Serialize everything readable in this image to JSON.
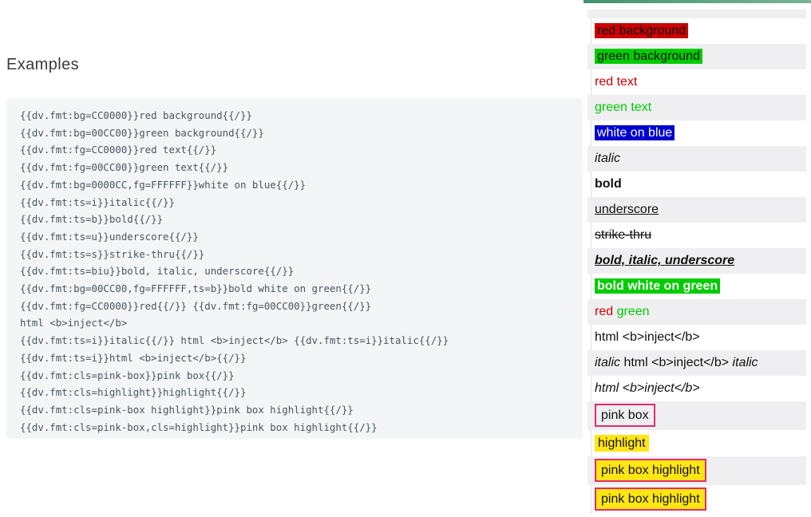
{
  "heading": "Examples",
  "code_block": {
    "lines": [
      "{{dv.fmt:bg=CC0000}}red background{{/}}",
      "{{dv.fmt:bg=00CC00}}green background{{/}}",
      "{{dv.fmt:fg=CC0000}}red text{{/}}",
      "{{dv.fmt:fg=00CC00}}green text{{/}}",
      "{{dv.fmt:bg=0000CC,fg=FFFFFF}}white on blue{{/}}",
      "{{dv.fmt:ts=i}}italic{{/}}",
      "{{dv.fmt:ts=b}}bold{{/}}",
      "{{dv.fmt:ts=u}}underscore{{/}}",
      "{{dv.fmt:ts=s}}strike-thru{{/}}",
      "{{dv.fmt:ts=biu}}bold, italic, underscore{{/}}",
      "{{dv.fmt:bg=00CC00,fg=FFFFFF,ts=b}}bold white on green{{/}}",
      "{{dv.fmt:fg=CC0000}}red{{/}} {{dv.fmt:fg=00CC00}}green{{/}}",
      "html <b>inject</b>",
      "{{dv.fmt:ts=i}}italic{{/}} html <b>inject</b> {{dv.fmt:ts=i}}italic{{/}}",
      "{{dv.fmt:ts=i}}html <b>inject</b>{{/}}",
      "{{dv.fmt:cls=pink-box}}pink box{{/}}",
      "{{dv.fmt:cls=highlight}}highlight{{/}}",
      "{{dv.fmt:cls=pink-box highlight}}pink box highlight{{/}}",
      "{{dv.fmt:cls=pink-box,cls=highlight}}pink box highlight{{/}}"
    ]
  },
  "output_panel": {
    "rows": [
      {
        "parts": []
      },
      {
        "parts": [
          {
            "text": "red background",
            "styles": [
              "bg-red"
            ]
          }
        ]
      },
      {
        "parts": [
          {
            "text": "green background",
            "styles": [
              "bg-green"
            ]
          }
        ]
      },
      {
        "parts": [
          {
            "text": "red text",
            "styles": [
              "fg-red"
            ]
          }
        ]
      },
      {
        "parts": [
          {
            "text": "green text",
            "styles": [
              "fg-green"
            ]
          }
        ]
      },
      {
        "parts": [
          {
            "text": "white on blue",
            "styles": [
              "bg-blue",
              "fg-white"
            ]
          }
        ]
      },
      {
        "parts": [
          {
            "text": "italic",
            "styles": [
              "i"
            ]
          }
        ]
      },
      {
        "parts": [
          {
            "text": "bold",
            "styles": [
              "b"
            ]
          }
        ]
      },
      {
        "parts": [
          {
            "text": "underscore",
            "styles": [
              "u"
            ]
          }
        ]
      },
      {
        "parts": [
          {
            "text": "strike-thru",
            "styles": [
              "s"
            ]
          }
        ]
      },
      {
        "parts": [
          {
            "text": "bold, italic, underscore",
            "styles": [
              "b",
              "i",
              "u"
            ]
          }
        ]
      },
      {
        "parts": [
          {
            "text": "bold white on green",
            "styles": [
              "bg-green",
              "fg-white",
              "b"
            ]
          }
        ]
      },
      {
        "parts": [
          {
            "text": "red",
            "styles": [
              "fg-red"
            ]
          },
          {
            "text": " ",
            "styles": []
          },
          {
            "text": "green",
            "styles": [
              "fg-green"
            ]
          }
        ]
      },
      {
        "parts": [
          {
            "text": "html <b>inject</b>",
            "styles": []
          }
        ]
      },
      {
        "parts": [
          {
            "text": "italic",
            "styles": [
              "i"
            ]
          },
          {
            "text": " html <b>inject</b> ",
            "styles": []
          },
          {
            "text": "italic",
            "styles": [
              "i"
            ]
          }
        ]
      },
      {
        "parts": [
          {
            "text": "html <b>inject</b>",
            "styles": [
              "i"
            ]
          }
        ]
      },
      {
        "parts": [
          {
            "text": "pink box",
            "styles": [
              "pink-box"
            ]
          }
        ]
      },
      {
        "parts": [
          {
            "text": "highlight",
            "styles": [
              "highlight"
            ]
          }
        ]
      },
      {
        "parts": [
          {
            "text": "pink box highlight",
            "styles": [
              "pink-box",
              "highlight"
            ]
          }
        ]
      },
      {
        "parts": [
          {
            "text": "pink box highlight",
            "styles": [
              "pink-box",
              "highlight"
            ]
          }
        ]
      }
    ]
  },
  "colors": {
    "red": "#CC0000",
    "green": "#00CC00",
    "blue": "#0000CC",
    "white": "#FFFFFF",
    "highlight_yellow": "#FFE613",
    "pink_border": "#E72A6A",
    "row_stripe": "#EFEFF2",
    "code_bg": "#F4F5F6",
    "code_text": "#485561",
    "heading_text": "#3A3A3A",
    "body_text": "#111111",
    "accent_left": "#43926F",
    "accent_right": "#7CB496"
  }
}
